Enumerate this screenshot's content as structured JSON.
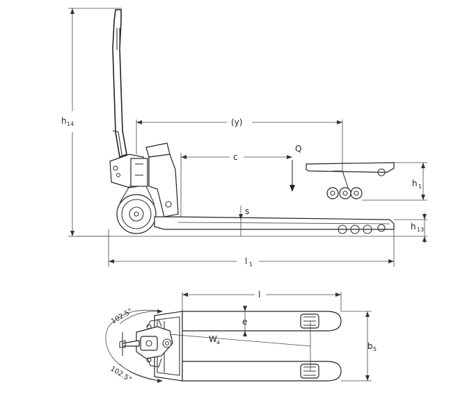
{
  "labels": {
    "h14_main": "h",
    "h14_sub": "14",
    "y_dim": "(y)",
    "c_dim": "c",
    "q_load": "Q",
    "h1_main": "h",
    "h1_sub": "1",
    "s_dim": "s",
    "h13_main": "h",
    "h13_sub": "13",
    "l1_main": "l",
    "l1_sub": "1",
    "l_dim": "l",
    "e_dim": "e",
    "wa_main": "W",
    "wa_sub": "a",
    "b5_main": "b",
    "b5_sub": "5",
    "angle_top": "102.5°",
    "angle_bottom": "102.5°"
  }
}
